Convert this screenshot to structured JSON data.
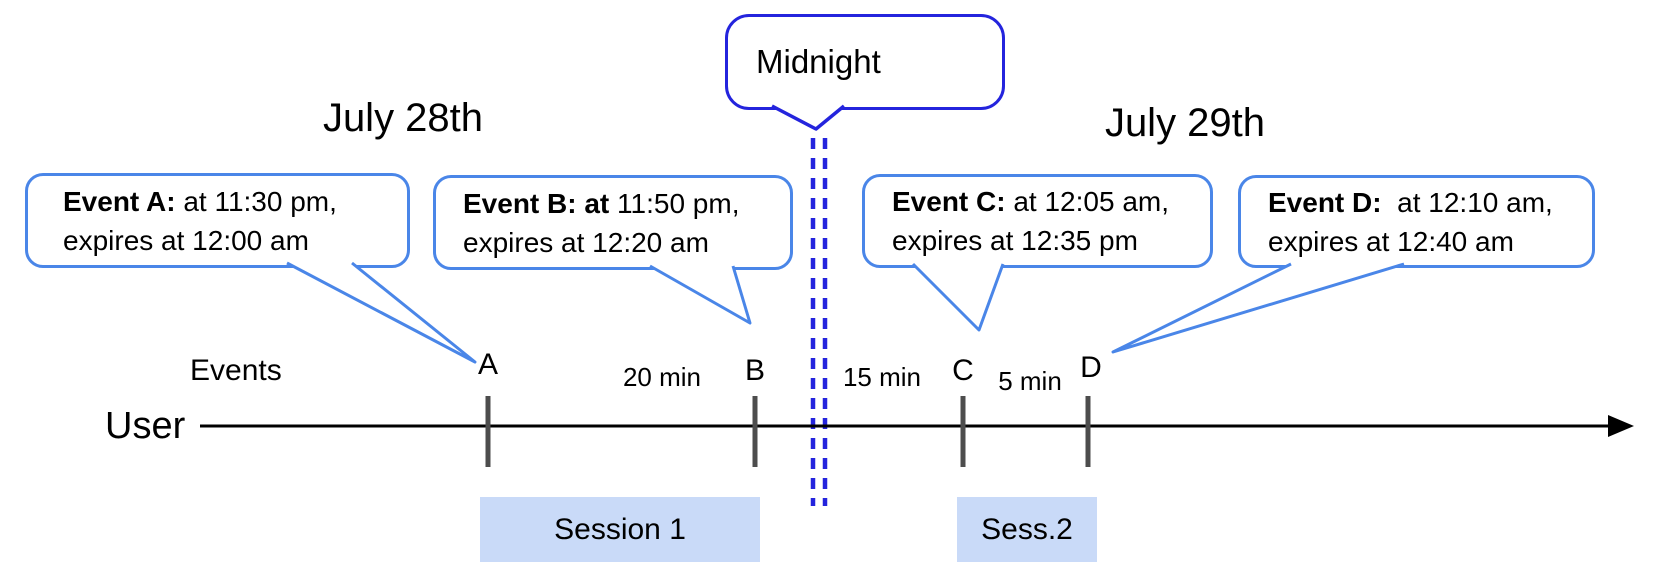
{
  "diagram": {
    "dates": {
      "left": "July 28th",
      "right": "July 29th"
    },
    "midnight_label": "Midnight",
    "events_axis_label": "Events",
    "user_label": "User",
    "callouts": [
      {
        "id": "A",
        "bold": "Event A:",
        "line1_rest": " at 11:30 pm,",
        "line2": "expires at 12:00 am"
      },
      {
        "id": "B",
        "bold": "Event B: at",
        "line1_rest": " 11:50 pm,",
        "line2": "expires at 12:20 am"
      },
      {
        "id": "C",
        "bold": "Event C:",
        "line1_rest": " at 12:05 am,",
        "line2": "expires at 12:35 pm"
      },
      {
        "id": "D",
        "bold": "Event D:",
        "line1_rest": "  at 12:10 am,",
        "line2": "expires at 12:40 am"
      }
    ],
    "tick_labels": [
      "A",
      "B",
      "C",
      "D"
    ],
    "gap_labels": [
      "20 min",
      "15 min",
      "5 min"
    ],
    "sessions": [
      {
        "label": "Session 1"
      },
      {
        "label": "Sess.2"
      }
    ],
    "colors": {
      "callout_border": "#4a86e8",
      "midnight_blue": "#2424dd",
      "session_fill": "#c9daf8",
      "tick_gray": "#4d4d4d",
      "axis_black": "#000000"
    }
  }
}
